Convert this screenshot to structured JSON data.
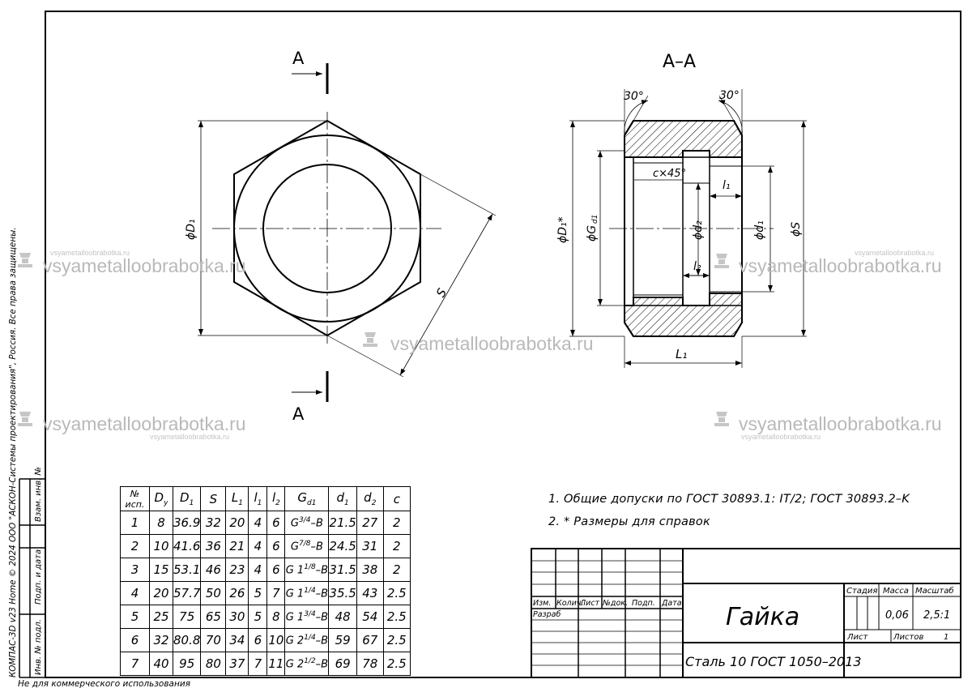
{
  "views": {
    "section_mark_top": "A",
    "section_mark_bottom": "A",
    "section_title": "А–А",
    "dims": {
      "D1": "ϕD₁",
      "D1_ref": "ϕD₁*",
      "Gd1": "ϕG",
      "Gd1_sub": "d1",
      "d2": "ϕd₂",
      "d1": "ϕd₁",
      "S_sec": "ϕS",
      "S_front": "S",
      "L1": "L₁",
      "l1": "l₁",
      "l2": "l₂",
      "chamfer": "c×45°",
      "angle_left": "30°",
      "angle_right": "30°"
    }
  },
  "table": {
    "headers": [
      "№ исп.",
      "D",
      "D",
      "S",
      "L",
      "l",
      "l",
      "G",
      "d",
      "d",
      "c"
    ],
    "header_subs": [
      "",
      "y",
      "1",
      "",
      "1",
      "1",
      "2",
      "d1",
      "1",
      "2",
      ""
    ],
    "rows": [
      [
        "1",
        "8",
        "36.9",
        "32",
        "20",
        "4",
        "6",
        "G",
        "3/4",
        "–B",
        "21.5",
        "27",
        "2"
      ],
      [
        "2",
        "10",
        "41.6",
        "36",
        "21",
        "4",
        "6",
        "G",
        "7/8",
        "–B",
        "24.5",
        "31",
        "2"
      ],
      [
        "3",
        "15",
        "53.1",
        "46",
        "23",
        "4",
        "6",
        "G 1",
        "1/8",
        "–B",
        "31.5",
        "38",
        "2"
      ],
      [
        "4",
        "20",
        "57.7",
        "50",
        "26",
        "5",
        "7",
        "G 1",
        "1/4",
        "–B",
        "35.5",
        "43",
        "2.5"
      ],
      [
        "5",
        "25",
        "75",
        "65",
        "30",
        "5",
        "8",
        "G 1",
        "3/4",
        "–B",
        "48",
        "54",
        "2.5"
      ],
      [
        "6",
        "32",
        "80.8",
        "70",
        "34",
        "6",
        "10",
        "G 2",
        "1/4",
        "–B",
        "59",
        "67",
        "2.5"
      ],
      [
        "7",
        "40",
        "95",
        "80",
        "37",
        "7",
        "11",
        "G 2",
        "1/2",
        "–B",
        "69",
        "78",
        "2.5"
      ]
    ]
  },
  "notes": [
    "1. Общие допуски по ГОСТ 30893.1: IT/2; ГОСТ 30893.2–K",
    "2. * Размеры для справок"
  ],
  "title_block": {
    "columns": [
      "Изм.",
      "Колич.",
      "Лист",
      "№док.",
      "Подп.",
      "Дата"
    ],
    "developer": "Разраб",
    "name": "Гайка",
    "material": "Сталь 10 ГОСТ 1050–2013",
    "stage_label": "Стадия",
    "mass_label": "Масса",
    "scale_label": "Масштаб",
    "mass": "0,06",
    "scale": "2,5:1",
    "sheet_label": "Лист",
    "sheets_label": "Листов",
    "sheets": "1"
  },
  "side_strip": {
    "copyright": "КОМПАС-3D v23 Home © 2024 ООО \"АСКОН-Системы проектирования\", Россия. Все права защищены.",
    "labels": [
      "Взам. инв. №",
      "Подп. и дата",
      "Инв. № подл."
    ]
  },
  "footer": "Не для коммерческого использования",
  "watermark": {
    "text": "vsyametalloobrabotka.ru",
    "small": "vsyametalloobrabotka.ru"
  }
}
